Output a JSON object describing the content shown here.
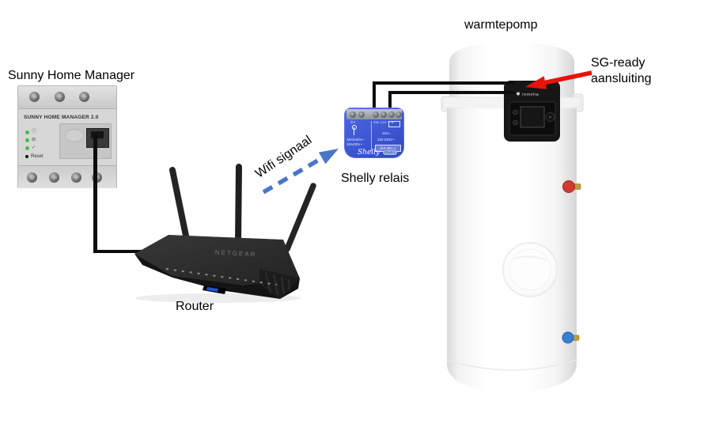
{
  "labels": {
    "sunny_home_manager": "Sunny Home Manager",
    "router": "Router",
    "wifi_signal": "Wifi signaal",
    "shelly_relay": "Shelly relais",
    "heat_pump": "warmtepomp",
    "sg_ready_line1": "SG-ready",
    "sg_ready_line2": "aansluiting"
  },
  "sunny_home_manager": {
    "model": "SUNNY HOME MANAGER 2.0",
    "reset_label": "Reset"
  },
  "router": {
    "brand": "NETGEAR"
  },
  "shelly": {
    "terminals_left": "O I",
    "terminals_right": "SW 12V L N",
    "rating_line1": "16A/240V~",
    "rating_line2": "10A/30V~",
    "supply_line1": "12V=",
    "supply_line2": "110-240V~",
    "supply_line3": "(24-48V=)",
    "brand": "Shelly",
    "badge": "PLUS 1"
  },
  "heat_pump": {
    "panel_brand": "remeha"
  },
  "colors": {
    "wifi_arrow_blue": "#4a76c9",
    "sg_arrow_red": "#e81309",
    "shelly_blue": "#3c55d6",
    "wire_black": "#0d0d0d",
    "led_green": "#4db848"
  }
}
